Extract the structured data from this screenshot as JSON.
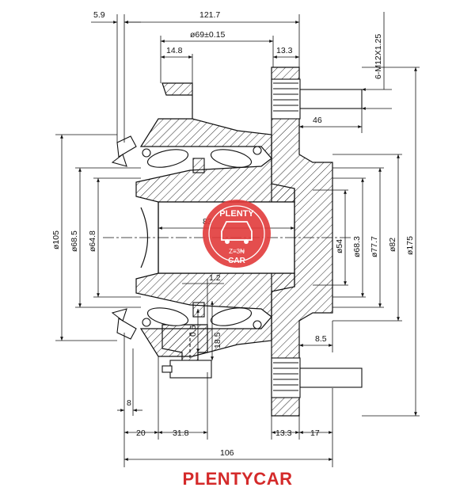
{
  "dimensions": {
    "d_5_9": "5.9",
    "d_121_7": "121.7",
    "d_69": "ø69±0.15",
    "d_14_8": "14.8",
    "d_13_3_top": "13.3",
    "d_thread": "6-M12X1.25",
    "d_46": "46",
    "d_83": "83",
    "d_1_2": "1.2",
    "d_0_5": "0.5",
    "d_18_5": "18.5",
    "d_8_5": "8.5",
    "d_8": "8",
    "d_20": "20",
    "d_31_8": "31.8",
    "d_13_3_bottom": "13.3",
    "d_17": "17",
    "d_106": "106",
    "d_105": "ø105",
    "d_68_5": "ø68.5",
    "d_64_8": "ø64.8",
    "d_54": "ø54",
    "d_68_3": "ø68.3",
    "d_77_7": "ø77.7",
    "d_82": "ø82",
    "d_175": "ø175"
  },
  "stamp": {
    "top_text": "PLENTY",
    "bottom_text": "CAR",
    "center_text": "Z≡3₦"
  },
  "brand": "PLENTYCAR",
  "colors": {
    "line": "#111111",
    "stamp_red": "#e23b3b",
    "brand_red": "#d42a2a"
  }
}
